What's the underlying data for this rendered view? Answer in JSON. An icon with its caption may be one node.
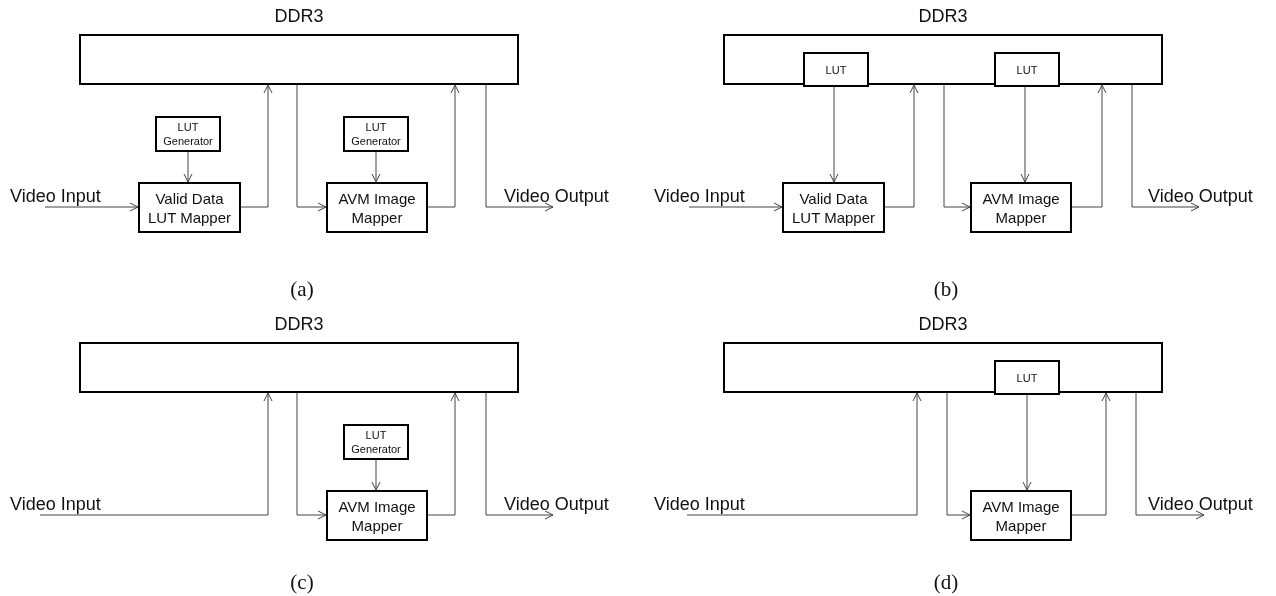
{
  "diagram": {
    "nodes": [
      {
        "text": [
          "DDR3"
        ]
      },
      {
        "text": [
          "LUT Generator"
        ]
      },
      {
        "text": [
          "Valid Data LUT Mapper"
        ]
      },
      {
        "text": [
          "LUT Generator"
        ]
      },
      {
        "text": [
          "AVM Image Mapper"
        ]
      },
      {
        "text": [
          "DDR3"
        ]
      },
      {
        "text": [
          "LUT"
        ],
        "in": 5
      },
      {
        "text": [
          "LUT"
        ],
        "in": 5
      },
      {
        "text": [
          "Valid Data LUT Mapper"
        ]
      },
      {
        "text": [
          "AVM Image Mapper"
        ]
      },
      {
        "text": [
          "DDR3"
        ]
      },
      {
        "text": [
          "LUT Generator"
        ]
      },
      {
        "text": [
          "AVM Image Mapper"
        ]
      },
      {
        "text": [
          "DDR3"
        ]
      },
      {
        "text": [
          "LUT"
        ],
        "in": 13
      },
      {
        "text": [
          "AVM Image Mapper"
        ]
      },
      {
        "text": [
          "Video Input"
        ]
      },
      {
        "text": [
          "Video Output"
        ]
      },
      {
        "text": [
          "Video Input"
        ]
      },
      {
        "text": [
          "Video Output"
        ]
      },
      {
        "text": [
          "Video Input"
        ]
      },
      {
        "text": [
          "Video Output"
        ]
      },
      {
        "text": [
          "Video Input"
        ]
      },
      {
        "text": [
          "Video Output"
        ]
      }
    ],
    "edges": [
      {
        "from": 16,
        "to": 2,
        "arrow": "to"
      },
      {
        "from": 1,
        "to": 2,
        "arrow": "to"
      },
      {
        "from": 2,
        "to": 0,
        "arrow": "to"
      },
      {
        "from": 0,
        "to": 4,
        "arrow": "to"
      },
      {
        "from": 3,
        "to": 4,
        "arrow": "to"
      },
      {
        "from": 4,
        "to": 0,
        "arrow": "to"
      },
      {
        "from": 0,
        "to": 17,
        "arrow": "to"
      },
      {
        "from": 18,
        "to": 8,
        "arrow": "to"
      },
      {
        "from": 6,
        "to": 8,
        "arrow": "to"
      },
      {
        "from": 8,
        "to": 5,
        "arrow": "to"
      },
      {
        "from": 5,
        "to": 9,
        "arrow": "to"
      },
      {
        "from": 7,
        "to": 9,
        "arrow": "to"
      },
      {
        "from": 9,
        "to": 5,
        "arrow": "to"
      },
      {
        "from": 5,
        "to": 19,
        "arrow": "to"
      },
      {
        "from": 20,
        "to": 10,
        "arrow": "to"
      },
      {
        "from": 10,
        "to": 12,
        "arrow": "to"
      },
      {
        "from": 11,
        "to": 12,
        "arrow": "to"
      },
      {
        "from": 12,
        "to": 10,
        "arrow": "to"
      },
      {
        "from": 10,
        "to": 21,
        "arrow": "to"
      },
      {
        "from": 22,
        "to": 13,
        "arrow": "to"
      },
      {
        "from": 13,
        "to": 15,
        "arrow": "to"
      },
      {
        "from": 14,
        "to": 15,
        "arrow": "to"
      },
      {
        "from": 15,
        "to": 13,
        "arrow": "to"
      },
      {
        "from": 13,
        "to": 23,
        "arrow": "to"
      }
    ],
    "labels": [
      "(a)",
      "(b)",
      "(c)",
      "(d)"
    ]
  }
}
